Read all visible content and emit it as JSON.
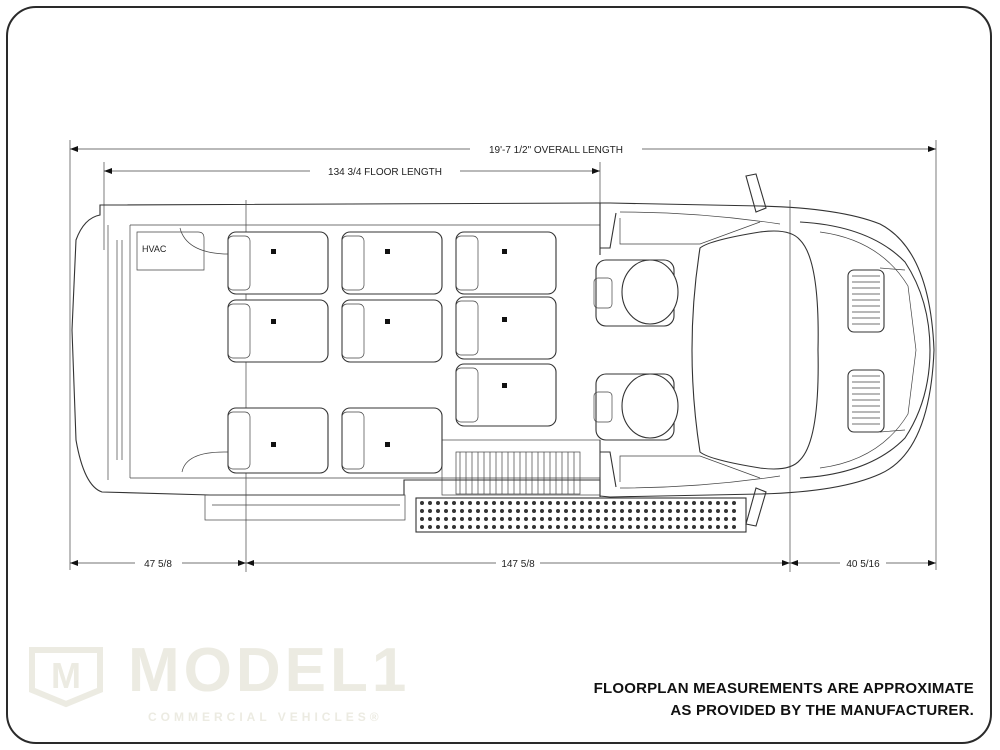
{
  "dimensions": {
    "overall_length": "19'-7 1/2\" OVERALL LENGTH",
    "floor_length": "134 3/4 FLOOR LENGTH",
    "rear_overhang": "47 5/8",
    "wheelbase": "147 5/8",
    "front_overhang": "40 5/16"
  },
  "labels": {
    "hvac": "HVAC"
  },
  "branding": {
    "logo_word": "MODEL1",
    "logo_sub": "COMMERCIAL VEHICLES®",
    "logo_letter": "M"
  },
  "note": {
    "line1": "FLOORPLAN MEASUREMENTS ARE APPROXIMATE",
    "line2": "AS PROVIDED BY THE MANUFACTURER."
  },
  "colors": {
    "border": "#2a2a2a",
    "logo": "#ecebe2",
    "ink": "#333333"
  }
}
